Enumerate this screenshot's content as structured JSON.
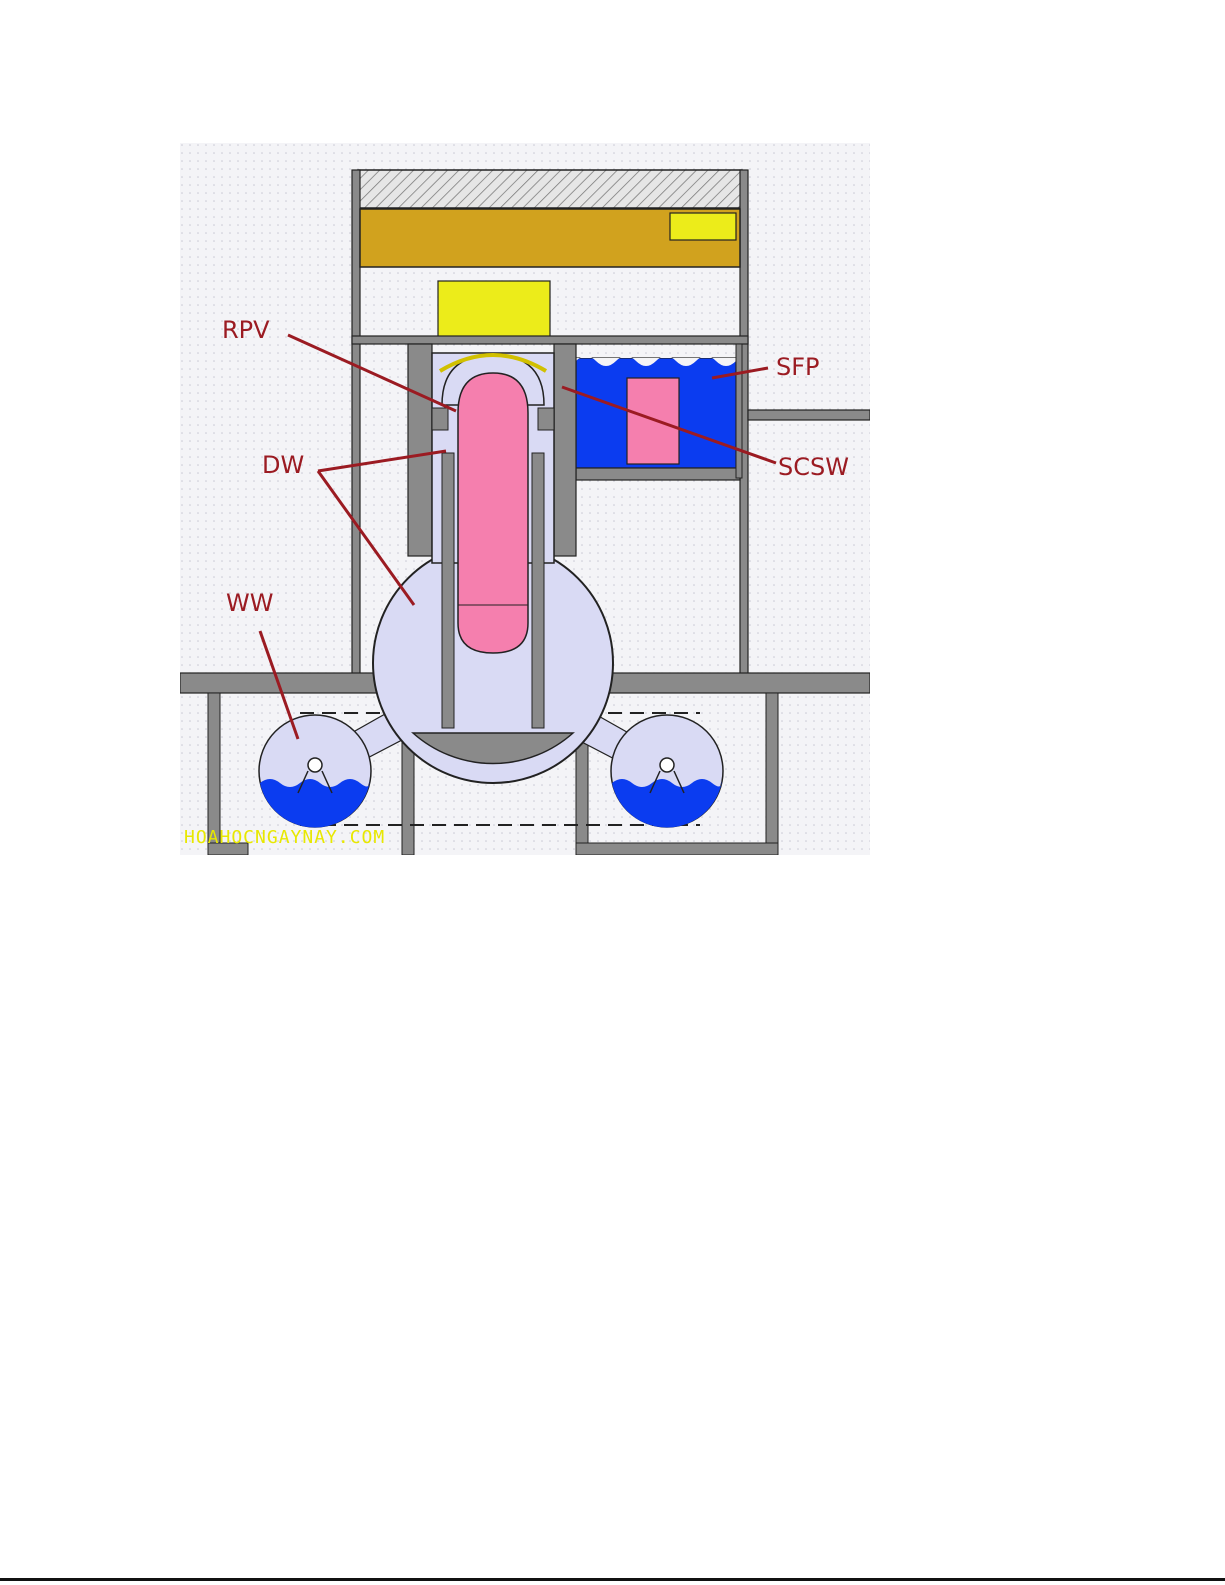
{
  "diagram": {
    "labels": {
      "rpv": "RPV",
      "dw": "DW",
      "ww": "WW",
      "sfp": "SFP",
      "scsw": "SCSW"
    },
    "watermark": "HOAHOCNGAYNAY.COM",
    "colors": {
      "background": "#f2f2f6",
      "wall": "#8a8a8a",
      "wall_stroke": "#222222",
      "containment": "#d9daf4",
      "rpv_core": "#f57fae",
      "water": "#0b3cf0",
      "crane": "#d1a21e",
      "yellow": "#ecec1a",
      "label": "#9b1b22"
    }
  }
}
